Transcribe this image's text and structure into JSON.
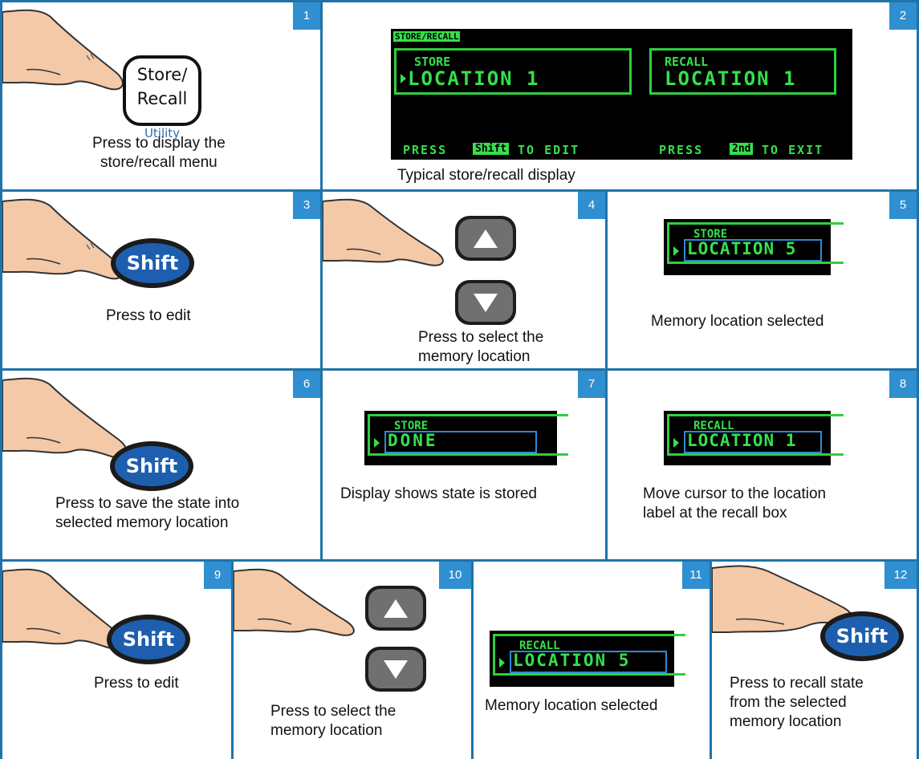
{
  "steps": [
    {
      "number": "1",
      "caption_lines": [
        "Press to display the",
        "store/recall menu"
      ],
      "key_label_top": "Store/",
      "key_label_bottom": "Recall",
      "key_sublabel": "Utility"
    },
    {
      "number": "2",
      "caption_lines": [
        "Typical store/recall display"
      ]
    },
    {
      "number": "3",
      "caption_lines": [
        "Press to edit"
      ],
      "key_label": "Shift"
    },
    {
      "number": "4",
      "caption_lines": [
        "Press to select the",
        "memory location"
      ]
    },
    {
      "number": "5",
      "caption_lines": [
        "Memory location selected"
      ],
      "lcd_title": "STORE",
      "lcd_value": "LOCATION 5"
    },
    {
      "number": "6",
      "caption_lines": [
        "Press to save the state into",
        "selected memory location"
      ],
      "key_label": "Shift"
    },
    {
      "number": "7",
      "caption_lines": [
        "Display shows state is stored"
      ],
      "lcd_title": "STORE",
      "lcd_value": "DONE"
    },
    {
      "number": "8",
      "caption_lines": [
        "Move cursor to the location",
        "label at the recall box"
      ],
      "lcd_title": "RECALL",
      "lcd_value": "LOCATION 1"
    },
    {
      "number": "9",
      "caption_lines": [
        "Press to edit"
      ],
      "key_label": "Shift"
    },
    {
      "number": "10",
      "caption_lines": [
        "Press to select the",
        "memory location"
      ]
    },
    {
      "number": "11",
      "caption_lines": [
        "Memory location selected"
      ],
      "lcd_title": "RECALL",
      "lcd_value": "LOCATION 5"
    },
    {
      "number": "12",
      "caption_lines": [
        "Press to recall state",
        "from the selected",
        "memory location"
      ],
      "key_label": "Shift"
    }
  ],
  "display": {
    "header": "STORE/RECALL",
    "store_title": "STORE",
    "store_value": "LOCATION 1",
    "recall_title": "RECALL",
    "recall_value": "LOCATION 1",
    "footer_press_1": "PRESS",
    "footer_key_1": "Shift",
    "footer_action_1": "TO EDIT",
    "footer_press_2": "PRESS",
    "footer_key_2": "2nd",
    "footer_action_2": "TO EXIT"
  },
  "colors": {
    "step_badge": "#2f8fd0",
    "grid_line": "#1f73a8",
    "lcd_text": "#35e04a",
    "selection_box": "#2e8ad4",
    "shift_key": "#1d5fae",
    "arrow_key": "#707070"
  },
  "icons": [
    "pointing-hand-icon",
    "store-recall-key-icon",
    "shift-key-icon",
    "up-arrow-key-icon",
    "down-arrow-key-icon"
  ]
}
